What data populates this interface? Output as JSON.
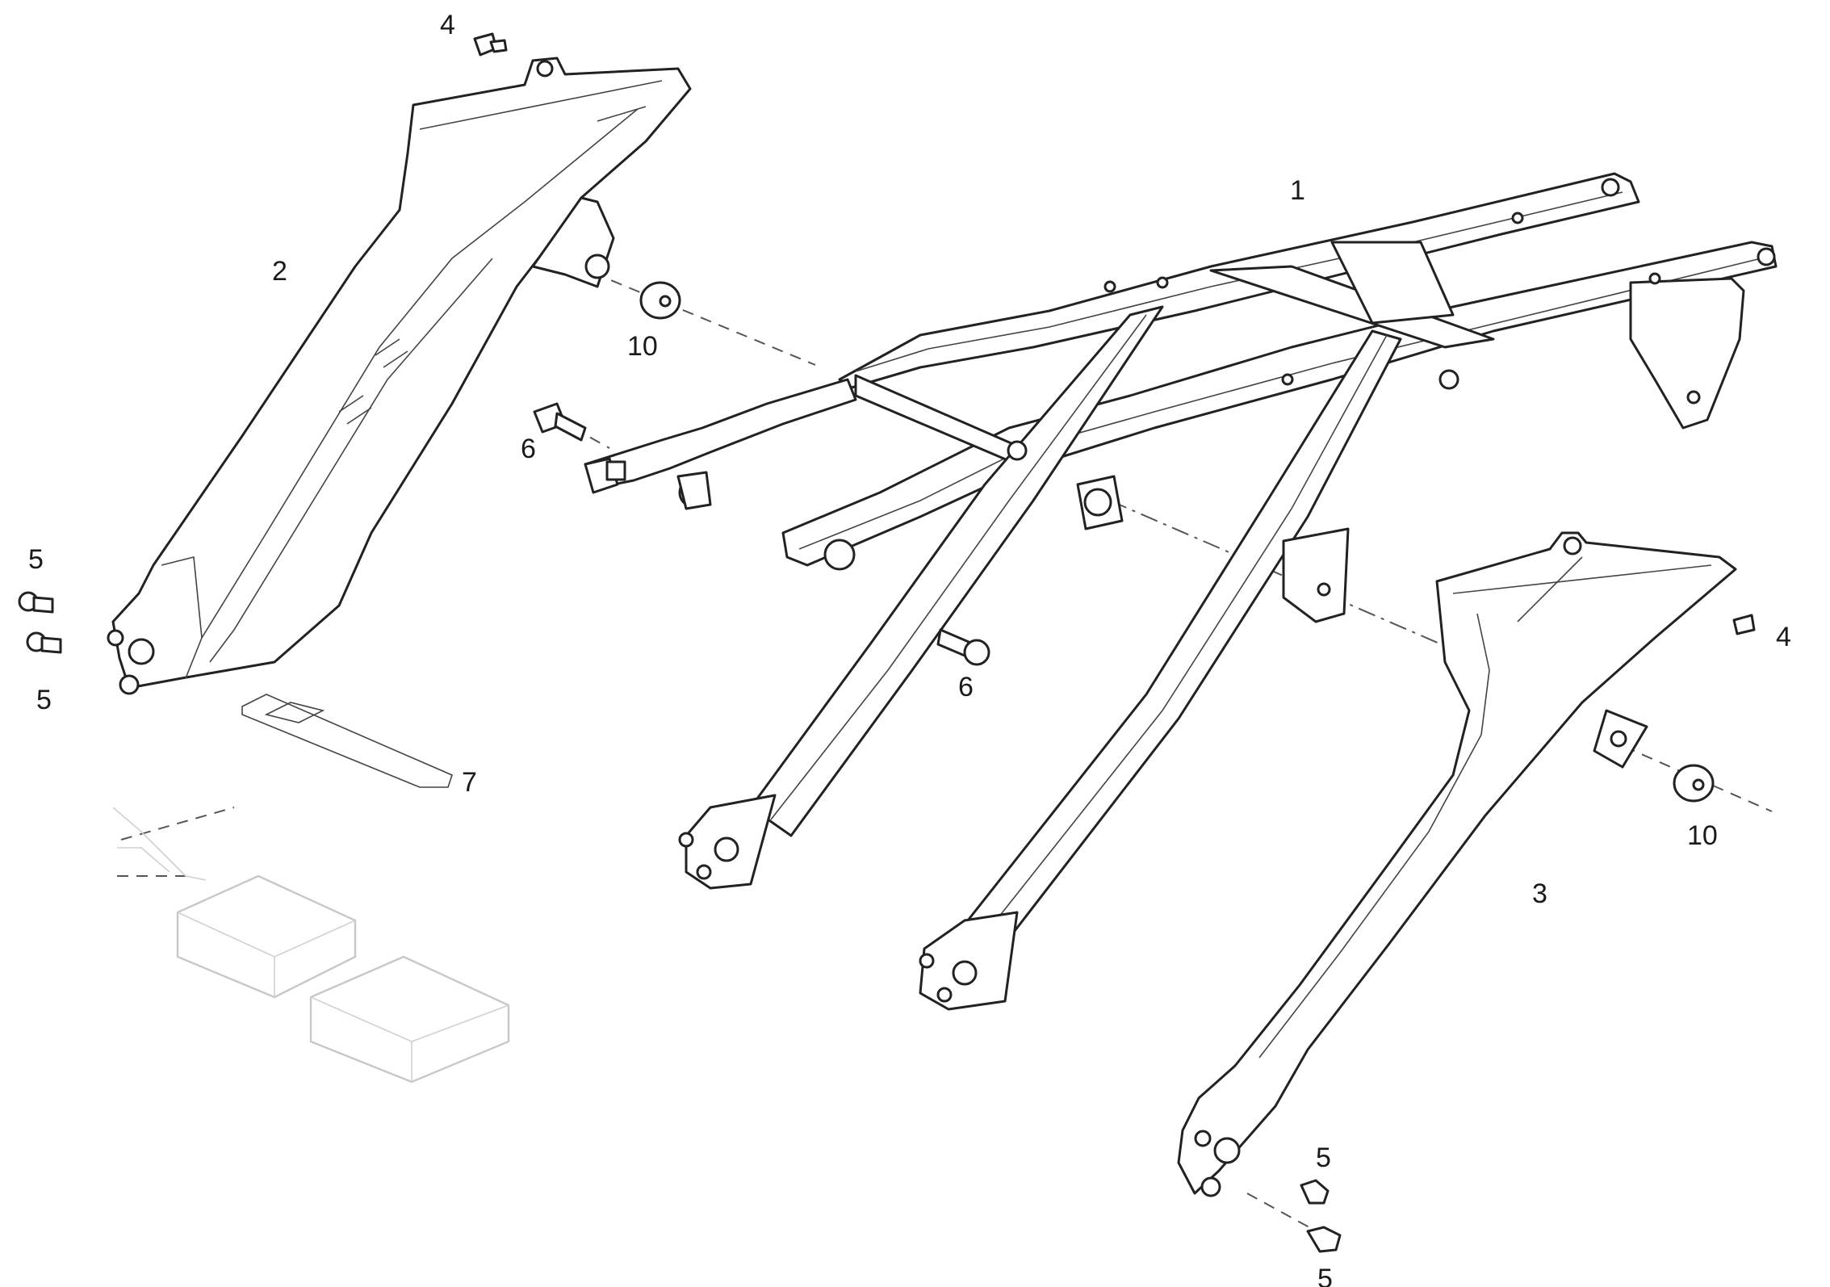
{
  "callouts": [
    {
      "id": "frame",
      "label": "1"
    },
    {
      "id": "left-cover",
      "label": "2"
    },
    {
      "id": "right-cover",
      "label": "3"
    },
    {
      "id": "screw-top-left",
      "label": "4"
    },
    {
      "id": "screw-right",
      "label": "4"
    },
    {
      "id": "screw-left-upper",
      "label": "5"
    },
    {
      "id": "screw-left-lower",
      "label": "5"
    },
    {
      "id": "screw-bottom-upper",
      "label": "5"
    },
    {
      "id": "screw-bottom-lower",
      "label": "5"
    },
    {
      "id": "bolt-left",
      "label": "6"
    },
    {
      "id": "bolt-center",
      "label": "6"
    },
    {
      "id": "bracket-plate",
      "label": "7"
    },
    {
      "id": "spacer-left",
      "label": "10"
    },
    {
      "id": "spacer-right",
      "label": "10"
    }
  ],
  "colors": {
    "line": "#222222",
    "ghost": "#c8c8c8",
    "background": "#ffffff"
  }
}
